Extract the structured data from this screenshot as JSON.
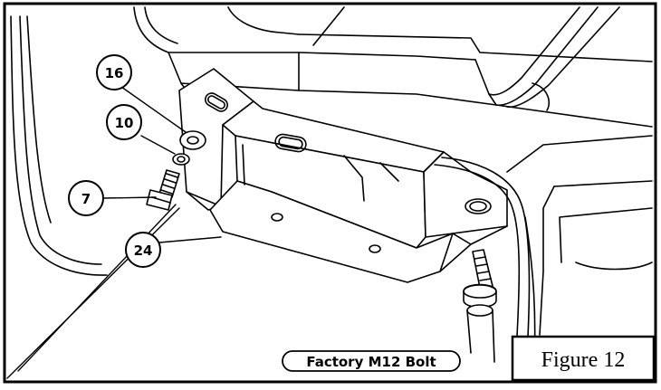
{
  "figure_label": "Figure 12",
  "bolt_label": "Factory M12 Bolt",
  "callouts": [
    {
      "id": "callout-16",
      "number": "16"
    },
    {
      "id": "callout-10",
      "number": "10"
    },
    {
      "id": "callout-7",
      "number": "7"
    },
    {
      "id": "callout-24",
      "number": "24"
    }
  ]
}
